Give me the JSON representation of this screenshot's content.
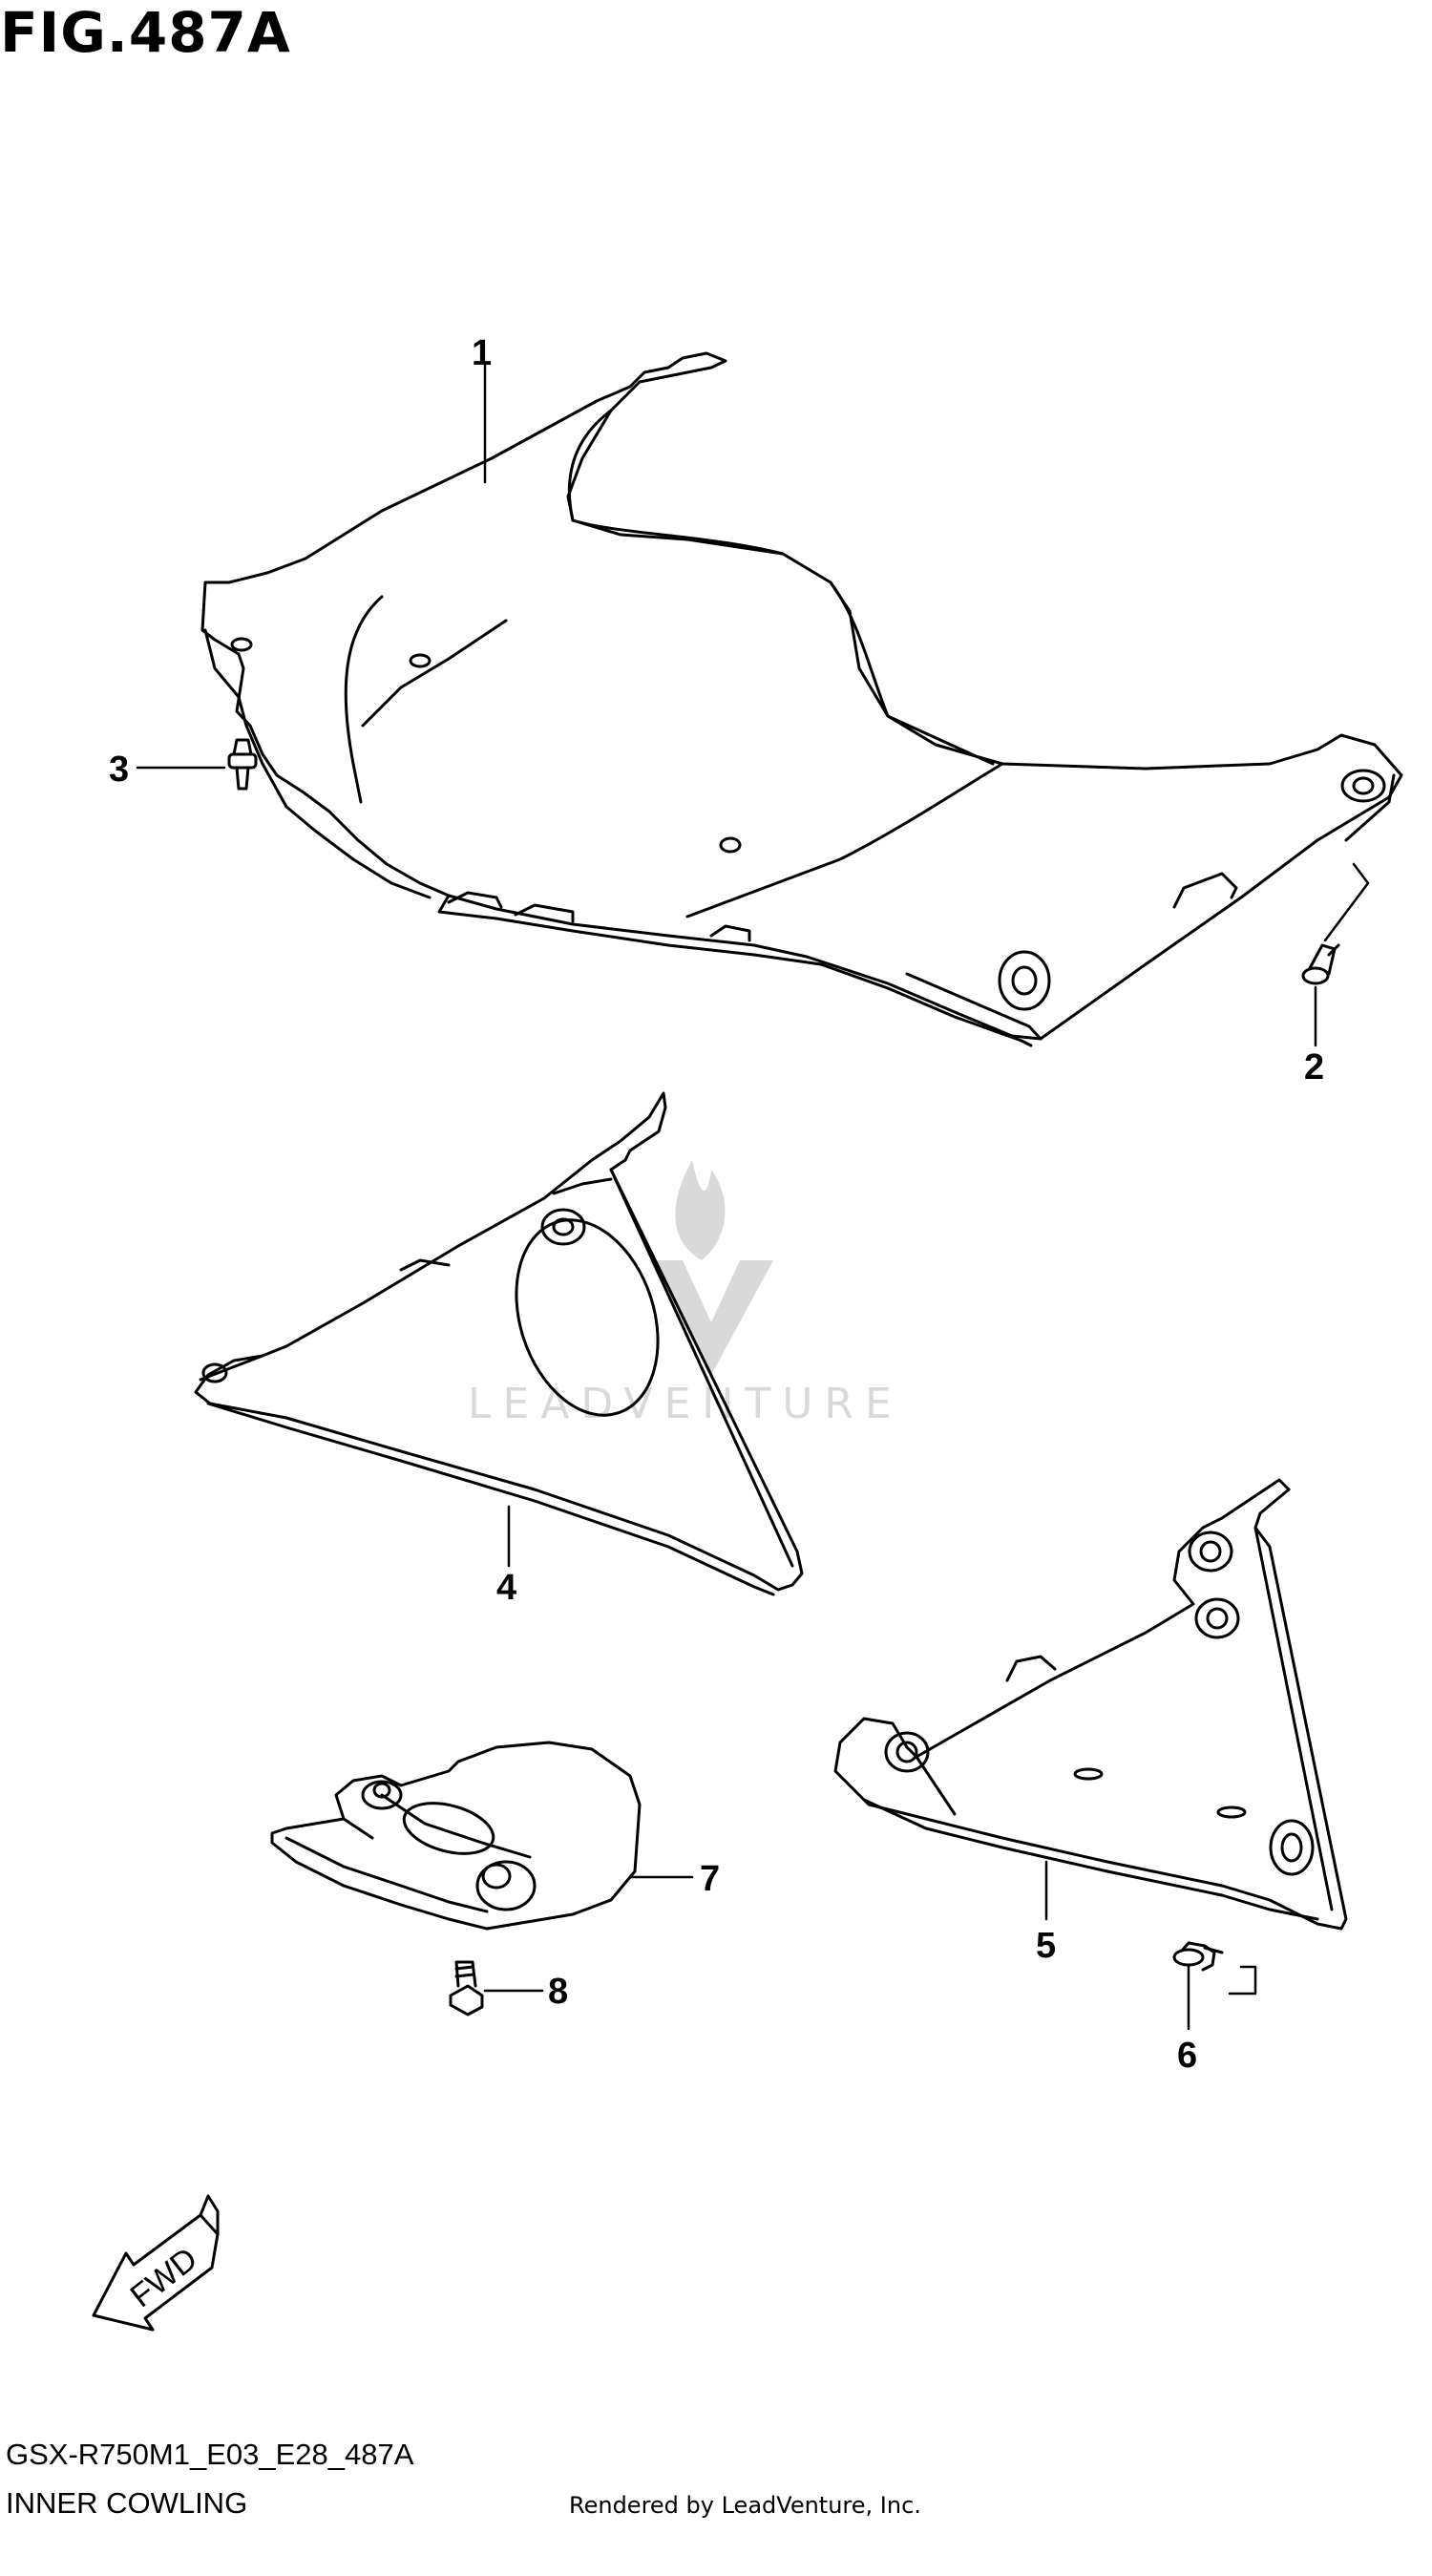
{
  "figure": {
    "title": "FIG.487A"
  },
  "footer": {
    "model_code": "GSX-R750M1_E03_E28_487A",
    "section_name": "INNER COWLING",
    "credit": "Rendered by LeadVenture, Inc."
  },
  "watermark": {
    "text": "LEADVENTURE"
  },
  "fwd_marker": {
    "label": "FWD"
  },
  "callouts": [
    "1",
    "2",
    "3",
    "4",
    "5",
    "6",
    "7",
    "8"
  ],
  "colors": {
    "line": "#000000",
    "background": "#ffffff",
    "watermark": "#d9d9d9"
  }
}
